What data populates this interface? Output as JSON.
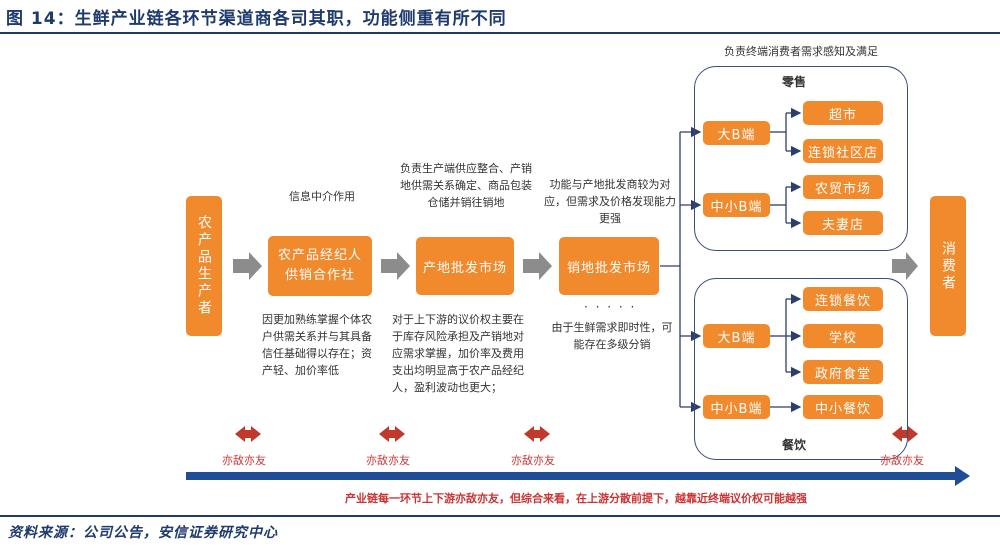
{
  "title": "图 14：生鲜产业链各环节渠道商各司其职，功能侧重有所不同",
  "nodes": {
    "producer": "农产品生产者",
    "broker": "农产品经纪人\n供销合作社",
    "origin_wholesale": "产地批发市场",
    "sales_wholesale": "销地批发市场",
    "consumer": "消费者",
    "retail_big_b": "大B端",
    "retail_small_b": "中小B端",
    "supermarket": "超市",
    "chain_community": "连锁社区店",
    "farmers_market": "农贸市场",
    "mom_pop": "夫妻店",
    "catering_big_b": "大B端",
    "catering_small_b": "中小B端",
    "chain_catering": "连锁餐饮",
    "school": "学校",
    "gov_canteen": "政府食堂",
    "small_catering": "中小餐饮"
  },
  "group_labels": {
    "retail": "零售",
    "catering": "餐饮",
    "top_note": "负责终端消费者需求感知及满足"
  },
  "notes": {
    "broker_top": "信息中介作用",
    "broker_bottom": "因更加熟练掌握个体农户供需关系并与其具备信任基础得以存在；资产轻、加价率低",
    "origin_top": "负责生产端供应整合、产销地供需关系确定、商品包装仓储并销往销地",
    "origin_bottom": "对于上下游的议价权主要在于库存风险承担及产销地对应需求掌握，加价率及费用支出均明显高于农产品经纪人，盈利波动也更大；",
    "sales_top": "功能与产地批发商较为对应，但需求及价格发现能力更强",
    "sales_bottom": "由于生鲜需求即时性，可能存在多级分销",
    "dots": "· · · · ·"
  },
  "rival_label": "亦敌亦友",
  "bottom_note": "产业链每一环节上下游亦敌亦友，但综合来看，在上游分散前提下，越靠近终端议价权可能越强",
  "footer": "资料来源：公司公告，安信证券研究中心",
  "colors": {
    "orange": "#f08a2c",
    "navy": "#1f3b6e",
    "red": "#c33",
    "gray_arrow": "#8c8c8c"
  }
}
